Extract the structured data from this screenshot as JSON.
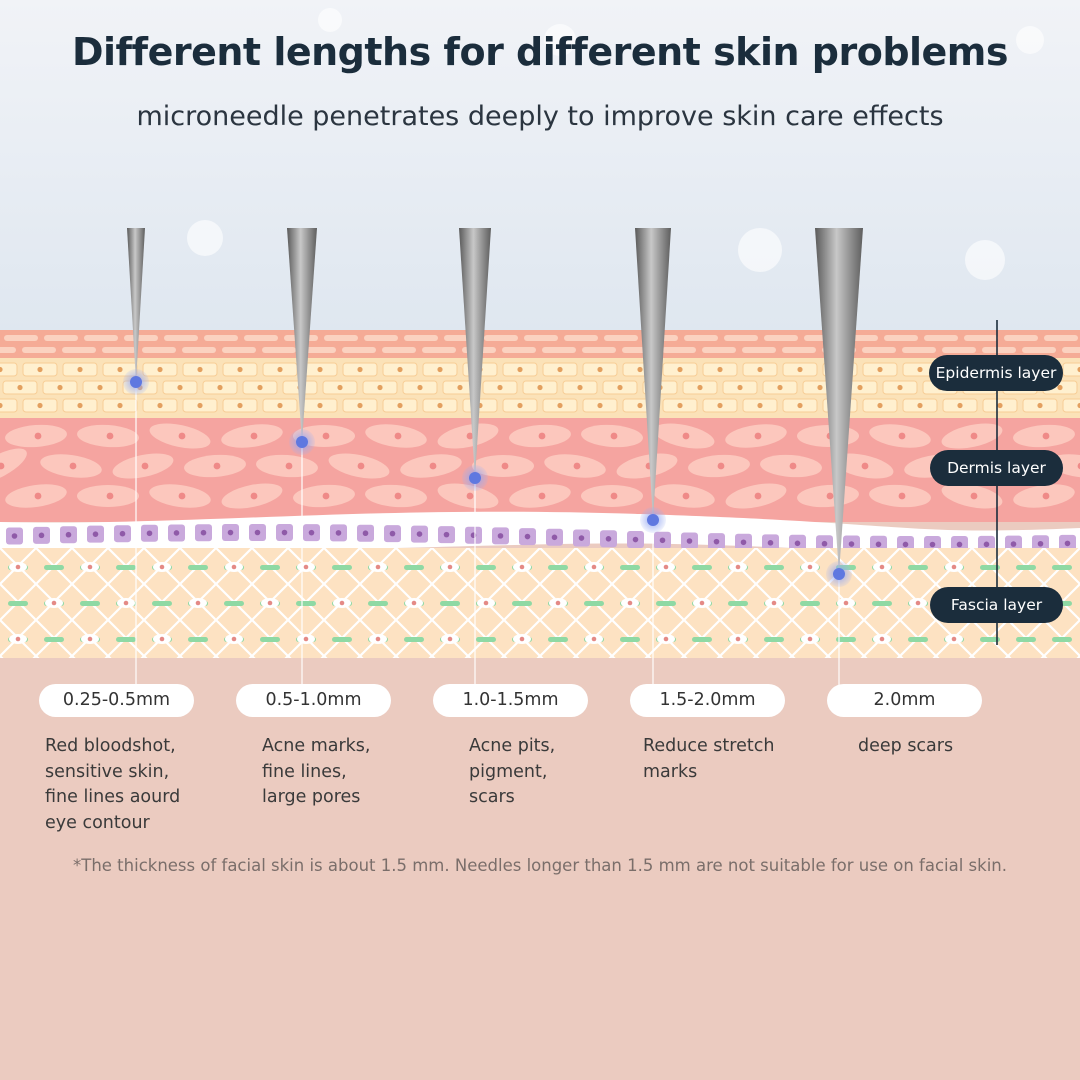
{
  "header": {
    "title": "Different lengths for different skin problems",
    "subtitle": "microneedle penetrates deeply to improve skin care effects"
  },
  "layers": [
    {
      "label": "Epidermis layer"
    },
    {
      "label": "Dermis layer"
    },
    {
      "label": "Fascia layer"
    }
  ],
  "needles": [
    {
      "length": "0.25-0.5mm",
      "lines": [
        "Red bloodshot,",
        "sensitive skin,",
        "fine lines aourd",
        "eye contour"
      ]
    },
    {
      "length": "0.5-1.0mm",
      "lines": [
        "Acne marks,",
        "fine lines,",
        "large pores"
      ]
    },
    {
      "length": "1.0-1.5mm",
      "lines": [
        "Acne pits,",
        "pigment,",
        "scars"
      ]
    },
    {
      "length": "1.5-2.0mm",
      "lines": [
        "Reduce stretch",
        "marks"
      ]
    },
    {
      "length": "2.0mm",
      "lines": [
        "deep scars"
      ]
    }
  ],
  "footnote": "*The thickness of facial skin is about 1.5 mm. Needles longer than 1.5 mm are not suitable for use on facial skin.",
  "colors": {
    "title": "#1b2d3c",
    "tag_bg": "#1b2d3c",
    "bottom_bg": "#ebcbc0",
    "epidermis": "#fbe0b4",
    "dermis": "#f5a4a0",
    "basal": "#c6a6d6",
    "fascia": "#fde2c2",
    "fascia_dash": "#8fd9a4",
    "dot": "#5f78e0"
  }
}
